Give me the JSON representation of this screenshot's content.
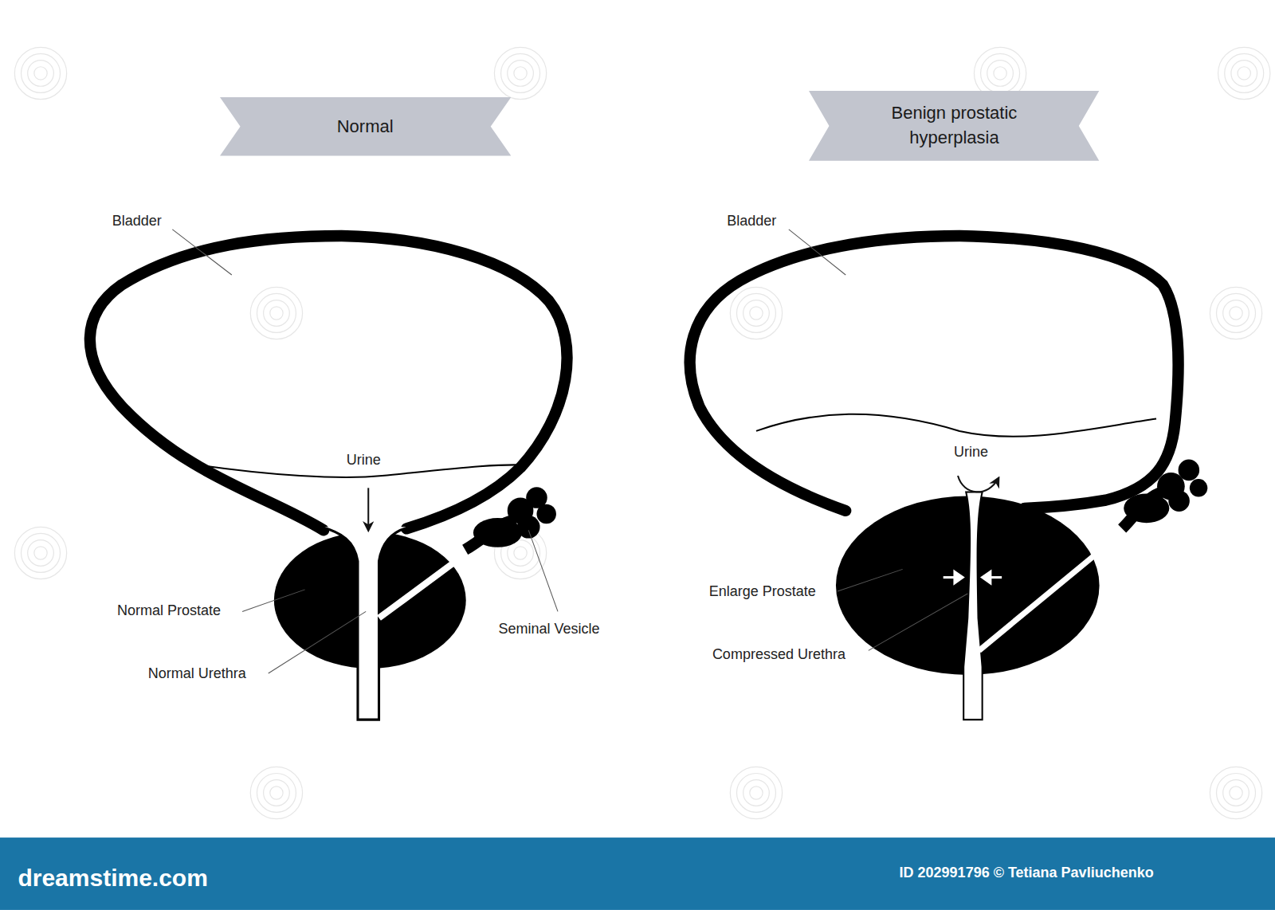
{
  "diagram": {
    "nodes": [
      {
        "text": [
          "Normal"
        ]
      },
      {
        "text": [
          "Benign prostatic hyperplasia"
        ]
      }
    ],
    "labels": [
      "Bladder",
      "Urine",
      "Normal Prostate",
      "Normal Urethra",
      "Seminal Vesicle",
      "Bladder",
      "Urine",
      "Enlarge Prostate",
      "Compressed Urethra",
      "dreamstime.com",
      "ID 202991796 © Tetiana Pavliuchenko"
    ]
  }
}
